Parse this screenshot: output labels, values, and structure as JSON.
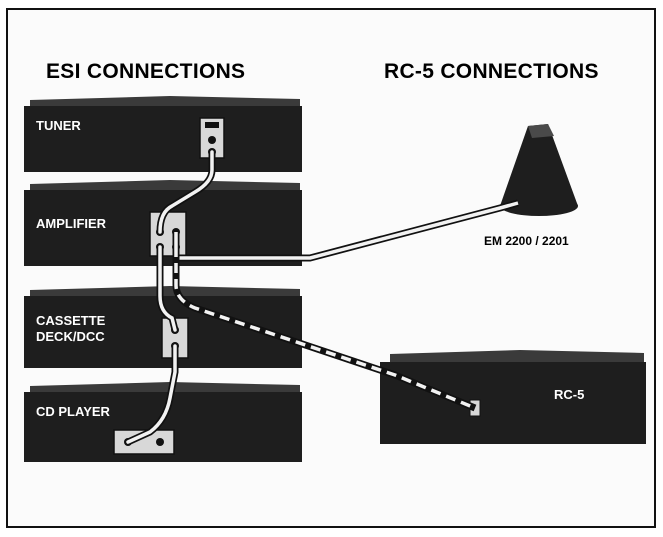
{
  "headings": {
    "esi": "ESI CONNECTIONS",
    "rc5": "RC-5 CONNECTIONS"
  },
  "units": {
    "tuner": "TUNER",
    "amplifier": "AMPLIFIER",
    "cassette_line1": "CASSETTE",
    "cassette_line2": "DECK/DCC",
    "cd_player": "CD PLAYER",
    "rc5": "RC-5"
  },
  "captions": {
    "em": "EM 2200 / 2201"
  },
  "colors": {
    "unit_body": "#1e1e1e",
    "unit_top": "#3a3a3a",
    "cable": "#f2f2f2",
    "background": "#fbfbfb"
  }
}
